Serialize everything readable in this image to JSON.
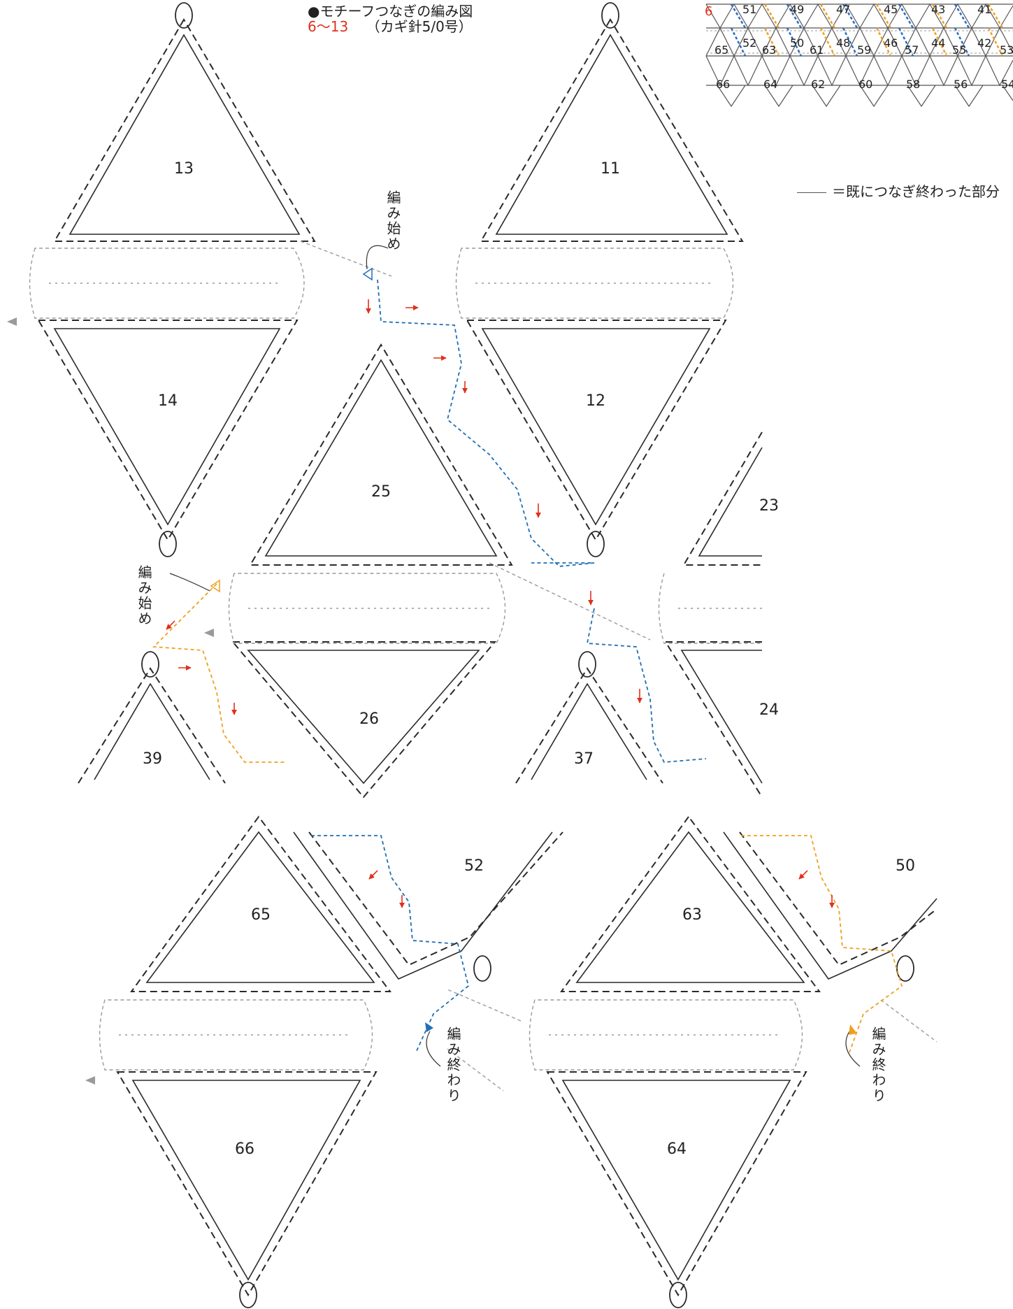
{
  "header": {
    "title": "●モチーフつなぎの編み図",
    "rows": "6〜13",
    "hook": "（カギ針5/0号）"
  },
  "legend": {
    "text": "＝既につなぎ終わった部分"
  },
  "annotations": {
    "start_1": "編み始め",
    "start_2": "編み始め",
    "end_1": "編み終わり",
    "end_2": "編み終わり"
  },
  "mini_map": {
    "row_marker": "6",
    "row1": [
      "51",
      "49",
      "47",
      "45",
      "43",
      "41"
    ],
    "row2": [
      "52",
      "50",
      "48",
      "46",
      "44",
      "42"
    ],
    "row3": [
      "65",
      "63",
      "61",
      "59",
      "57",
      "55",
      "53"
    ],
    "row4": [
      "66",
      "64",
      "62",
      "60",
      "58",
      "56",
      "54"
    ]
  },
  "motifs": {
    "m13": "13",
    "m11": "11",
    "m14": "14",
    "m12": "12",
    "m25": "25",
    "m23": "23",
    "m26": "26",
    "m24": "24",
    "m39": "39",
    "m37": "37",
    "m65": "65",
    "m52": "52",
    "m63": "63",
    "m50": "50",
    "m66": "66",
    "m64": "64"
  },
  "colors": {
    "outline": "#2a2a2a",
    "joined_gray": "#9a9a9a",
    "blue_join": "#1f6fb5",
    "orange_join": "#f0a020",
    "arrow_red": "#e0301e",
    "mini_blue": "#2b6cc4",
    "mini_orange": "#f0a020"
  }
}
